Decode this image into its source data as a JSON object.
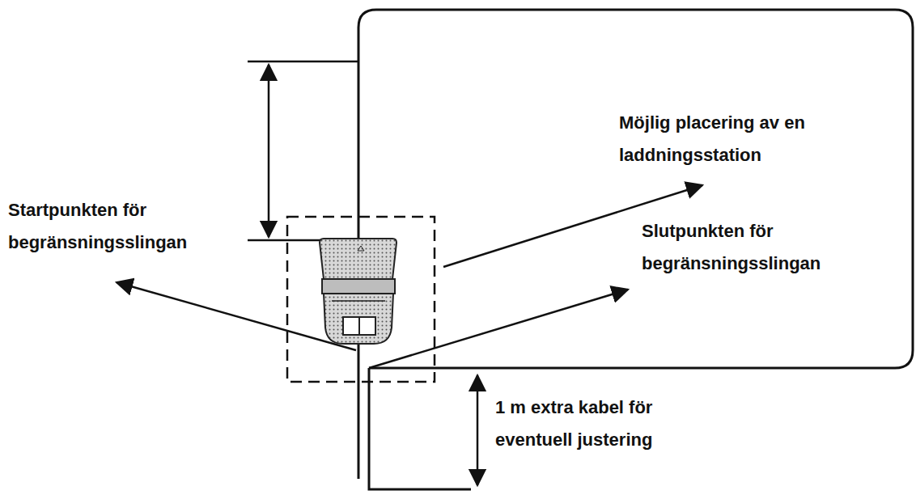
{
  "diagram": {
    "labels": [
      "Möjlig placering av en laddningsstation",
      "Startpunkten för begränsningsslingan",
      "Slutpunkten för begränsningsslingan",
      "1 m extra kabel för eventuell justering"
    ]
  }
}
